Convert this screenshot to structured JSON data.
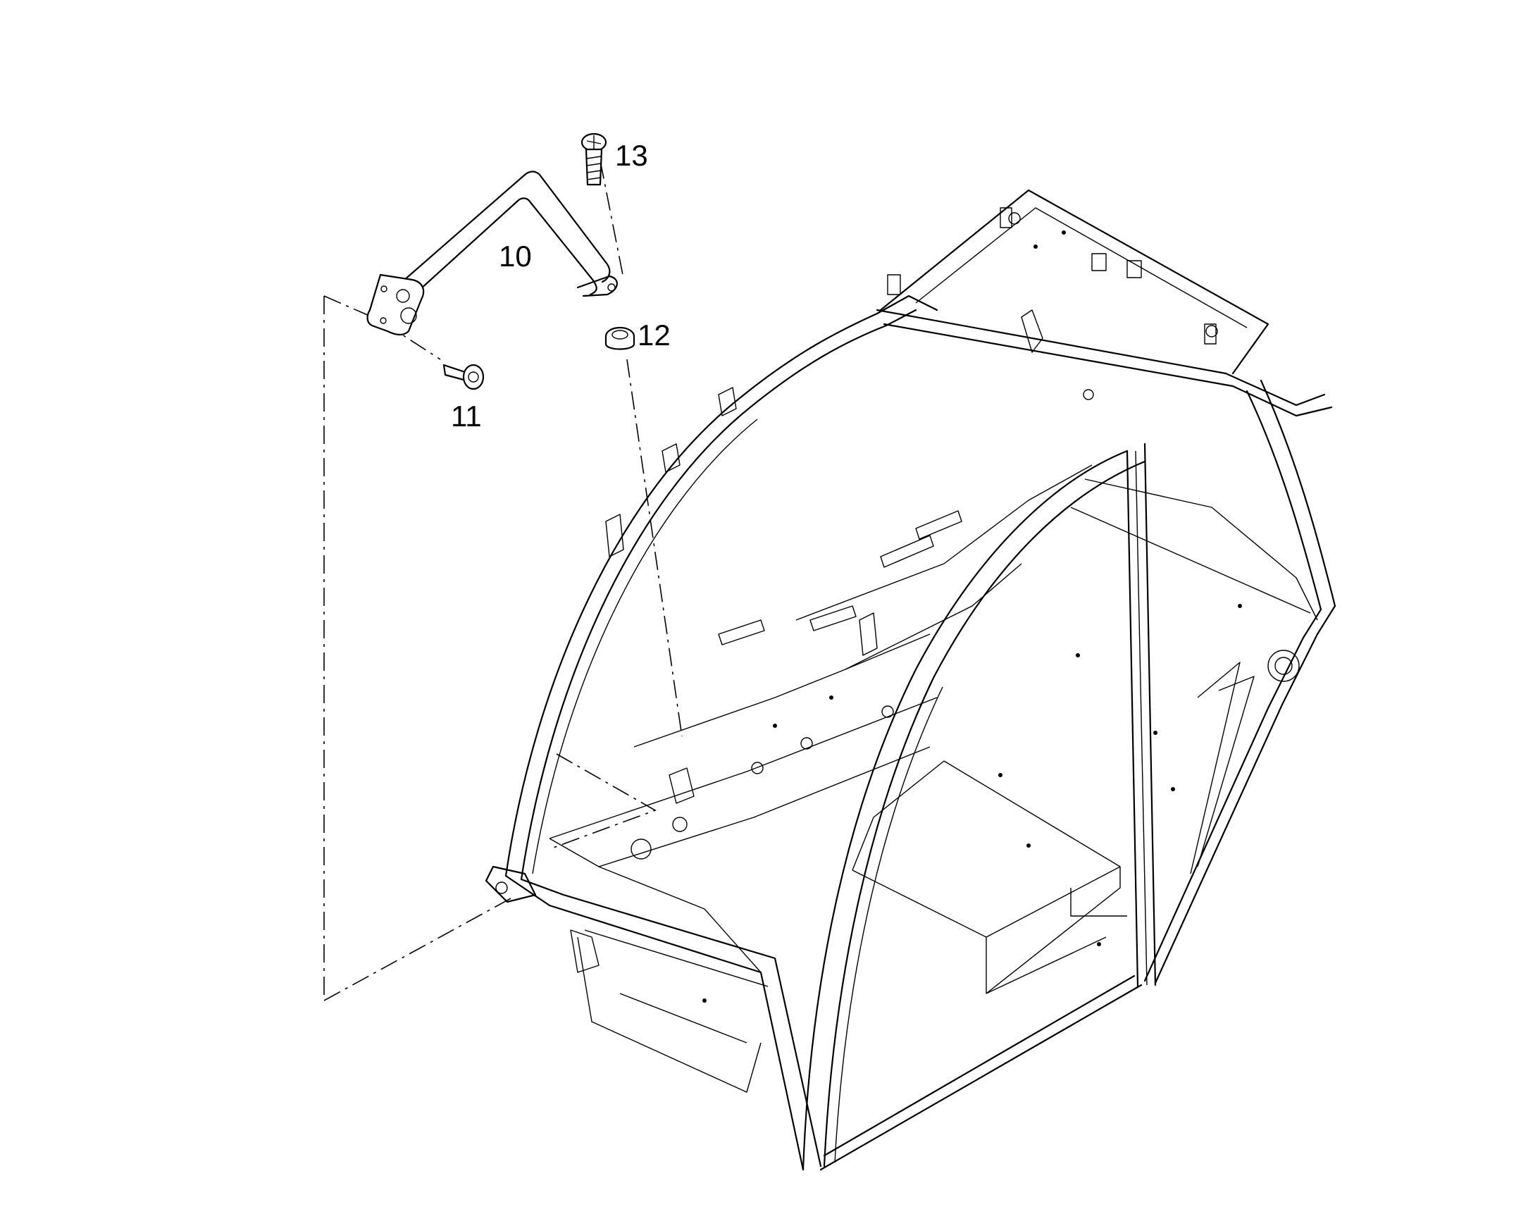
{
  "callouts": [
    {
      "id": "10"
    },
    {
      "id": "11"
    },
    {
      "id": "12"
    },
    {
      "id": "13"
    }
  ]
}
